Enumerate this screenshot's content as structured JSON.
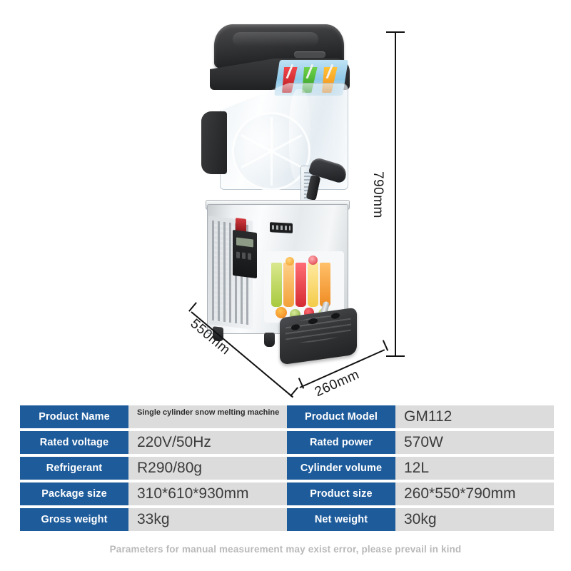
{
  "product_image": {
    "alt": "single cylinder snow melting slush machine",
    "dimensions": {
      "height_label": "790mm",
      "depth_label": "550mm",
      "width_label": "260mm"
    }
  },
  "spec_table": {
    "rows": [
      {
        "left_label": "Product Name",
        "left_value": "Single cylinder snow melting machine",
        "left_value_small": true,
        "right_label": "Product Model",
        "right_value": "GM112"
      },
      {
        "left_label": "Rated voltage",
        "left_value": "220V/50Hz",
        "left_value_small": false,
        "right_label": "Rated power",
        "right_value": "570W"
      },
      {
        "left_label": "Refrigerant",
        "left_value": "R290/80g",
        "left_value_small": false,
        "right_label": "Cylinder volume",
        "right_value": "12L"
      },
      {
        "left_label": "Package size",
        "left_value": "310*610*930mm",
        "left_value_small": false,
        "right_label": "Product size",
        "right_value": "260*550*790mm"
      },
      {
        "left_label": "Gross weight",
        "left_value": "33kg",
        "left_value_small": false,
        "right_label": "Net weight",
        "right_value": "30kg"
      }
    ]
  },
  "disclaimer": "Parameters for manual measurement may exist error, please prevail in kind",
  "colors": {
    "header_blue": "#1d5b9b",
    "value_gray": "#dcdcdc",
    "disclaimer_gray": "#b9b9b9",
    "dimension_line": "#111111"
  }
}
